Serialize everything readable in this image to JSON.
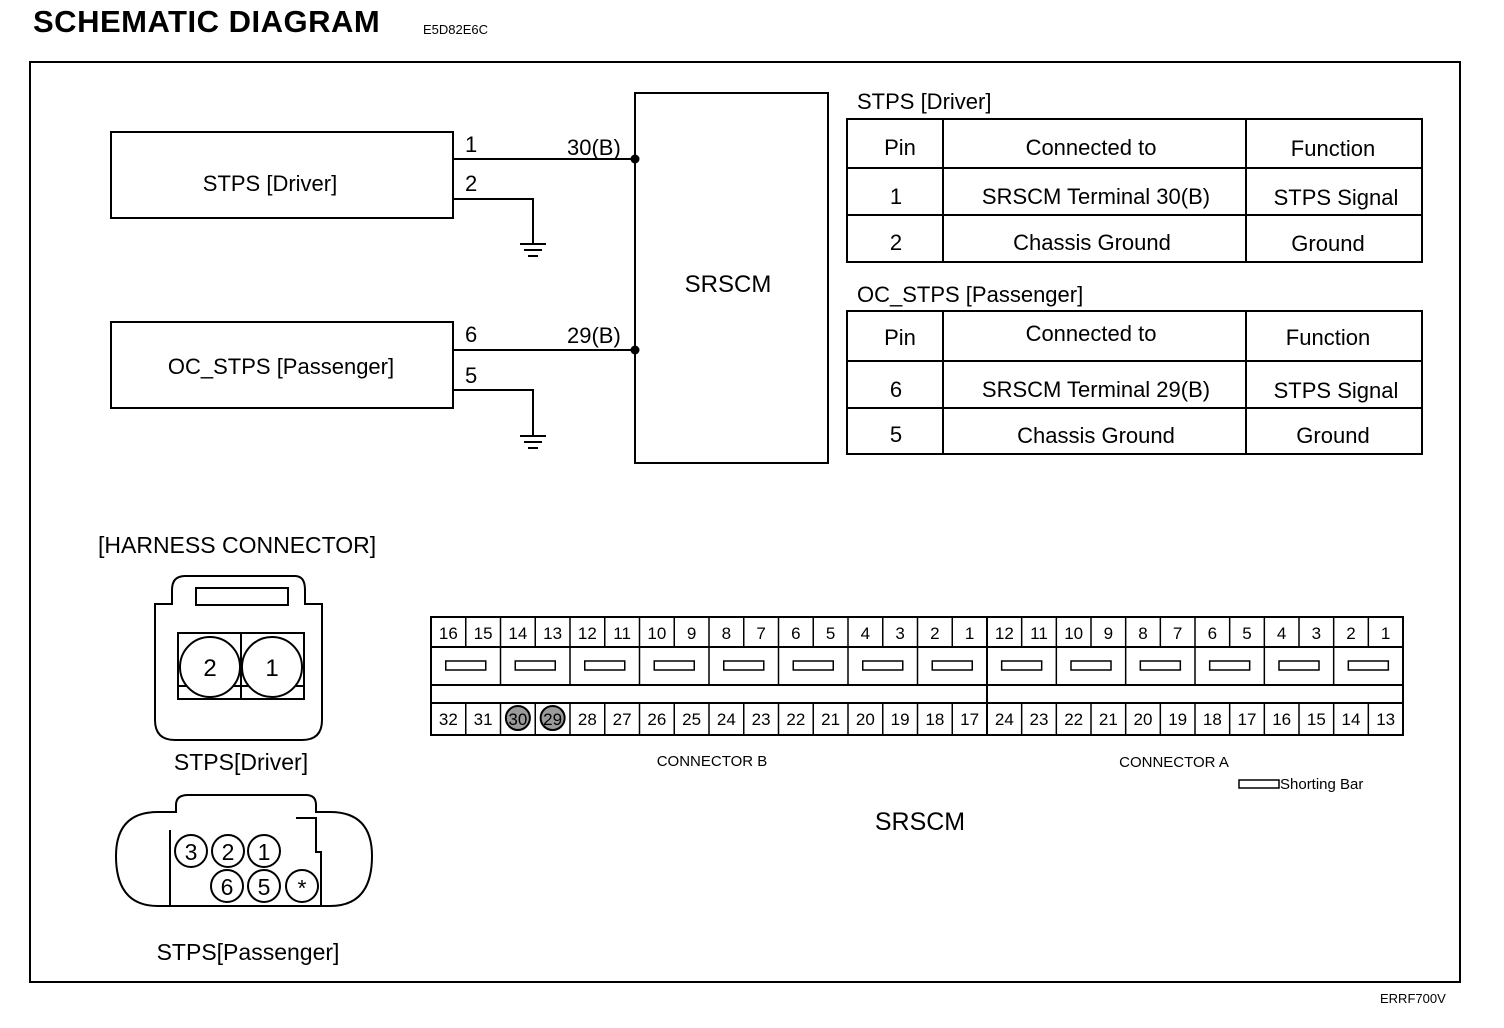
{
  "header": {
    "title": "SCHEMATIC  DIAGRAM",
    "code": "E5D82E6C"
  },
  "footer": {
    "code": "ERRF700V"
  },
  "schematic": {
    "driver_box": "STPS [Driver]",
    "passenger_box": "OC_STPS [Passenger]",
    "srscm_box": "SRSCM",
    "driver_pin1": "1",
    "driver_pin2": "2",
    "driver_terminal": "30(B)",
    "passenger_pin6": "6",
    "passenger_pin5": "5",
    "passenger_terminal": "29(B)"
  },
  "tables": {
    "driver": {
      "title": "STPS [Driver]",
      "headers": [
        "Pin",
        "Connected to",
        "Function"
      ],
      "rows": [
        [
          "1",
          "SRSCM Terminal 30(B)",
          "STPS Signal"
        ],
        [
          "2",
          "Chassis Ground",
          "Ground"
        ]
      ]
    },
    "passenger": {
      "title": "OC_STPS [Passenger]",
      "headers": [
        "Pin",
        "Connected to",
        "Function"
      ],
      "rows": [
        [
          "6",
          "SRSCM Terminal 29(B)",
          "STPS Signal"
        ],
        [
          "5",
          "Chassis Ground",
          "Ground"
        ]
      ]
    }
  },
  "harness": {
    "title": "[HARNESS CONNECTOR]",
    "driver_label": "STPS[Driver]",
    "passenger_label": "STPS[Passenger]",
    "driver_pins": [
      "2",
      "1"
    ],
    "passenger_pins_top": [
      "3",
      "2",
      "1"
    ],
    "passenger_pins_bottom": [
      "6",
      "5",
      "*"
    ],
    "connector_b_label": "CONNECTOR B",
    "connector_a_label": "CONNECTOR A",
    "shorting_bar": "Shorting Bar",
    "srscm_label": "SRSCM",
    "connector_b_top": [
      "16",
      "15",
      "14",
      "13",
      "12",
      "11",
      "10",
      "9",
      "8",
      "7",
      "6",
      "5",
      "4",
      "3",
      "2",
      "1"
    ],
    "connector_b_bottom": [
      "32",
      "31",
      "30",
      "29",
      "28",
      "27",
      "26",
      "25",
      "24",
      "23",
      "22",
      "21",
      "20",
      "19",
      "18",
      "17"
    ],
    "connector_a_top": [
      "12",
      "11",
      "10",
      "9",
      "8",
      "7",
      "6",
      "5",
      "4",
      "3",
      "2",
      "1"
    ],
    "connector_a_bottom": [
      "24",
      "23",
      "22",
      "21",
      "20",
      "19",
      "18",
      "17",
      "16",
      "15",
      "14",
      "13"
    ],
    "highlighted_pins": [
      "30",
      "29"
    ]
  }
}
